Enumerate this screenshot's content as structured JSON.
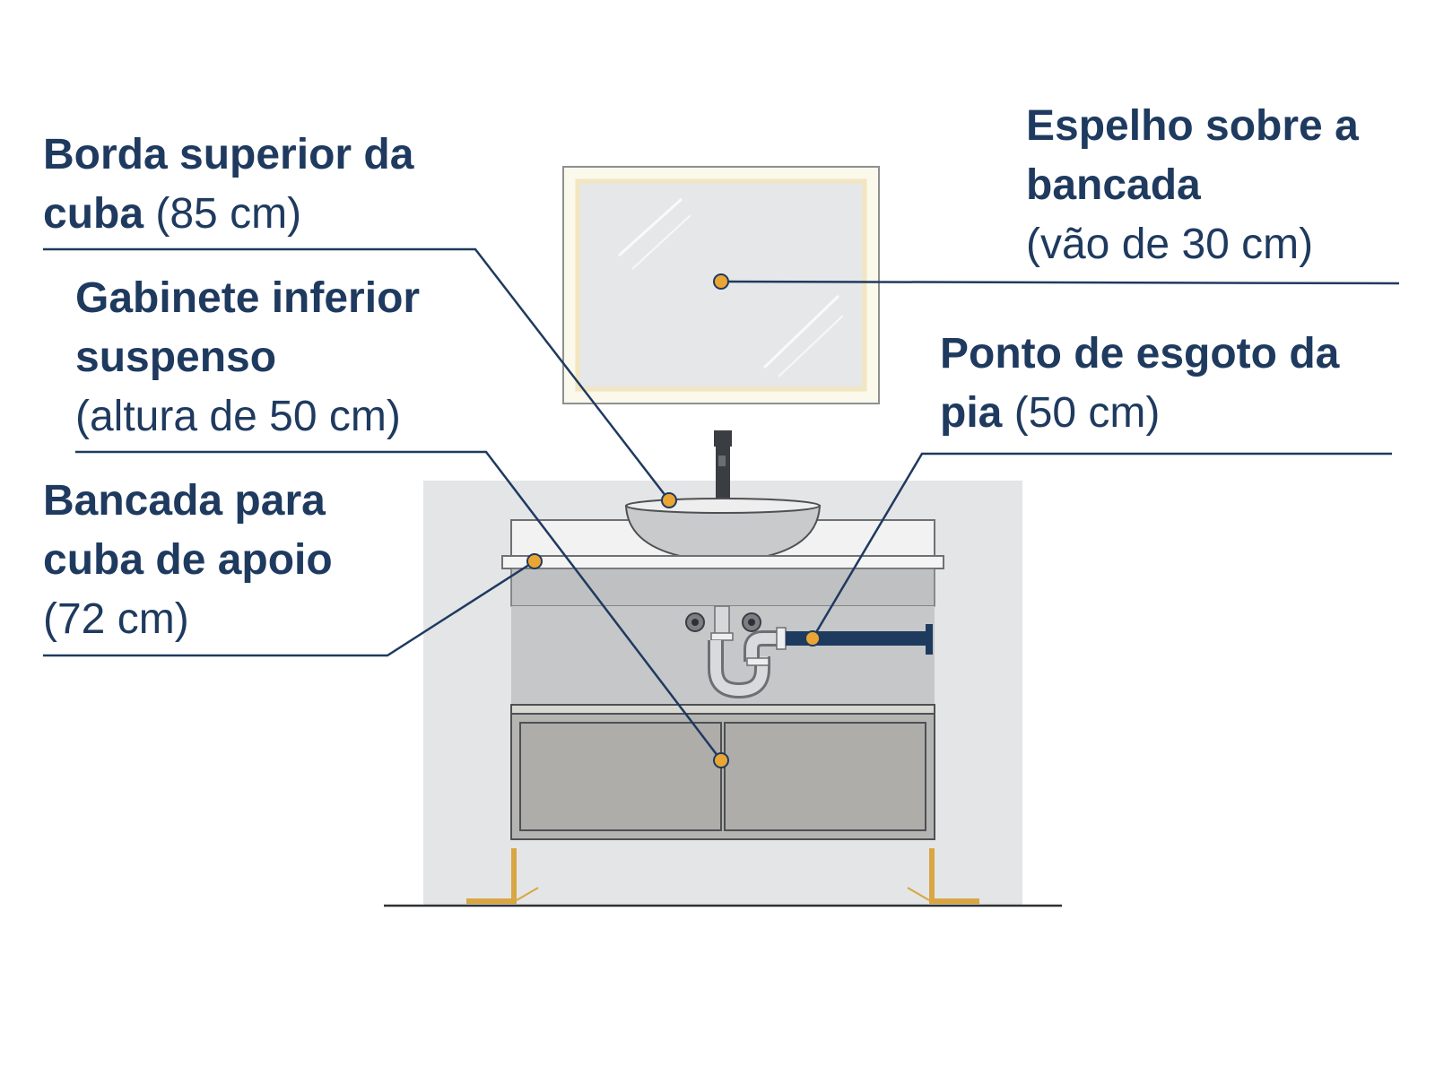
{
  "labels": {
    "borda": {
      "title_line1": "Borda superior da",
      "title_line2": "cuba",
      "value": "(85 cm)"
    },
    "gabinete": {
      "title_line1": "Gabinete inferior",
      "title_line2": "suspenso",
      "value": "(altura de 50 cm)"
    },
    "bancada": {
      "title_line1": "Bancada para",
      "title_line2": "cuba de apoio",
      "value": "(72 cm)"
    },
    "espelho": {
      "title_line1": "Espelho sobre a",
      "title_line2": "bancada",
      "value": "(vão de 30 cm)"
    },
    "esgoto": {
      "title_line1": "Ponto de esgoto da",
      "title_line2": "pia",
      "value": "(50 cm)"
    }
  },
  "colors": {
    "text": "#1f3a5f",
    "leader_line": "#1f3a5f",
    "marker": "#e9a634",
    "wall": "#e4e5e6",
    "cabinet": "#b4b4b2",
    "plumbing_wall": "#c6c7c9",
    "drain_pipe": "#1f3a5f",
    "legs": "#d8a642"
  },
  "icons": [
    "mirror-icon",
    "faucet-icon",
    "vessel-sink-icon",
    "p-trap-icon"
  ]
}
